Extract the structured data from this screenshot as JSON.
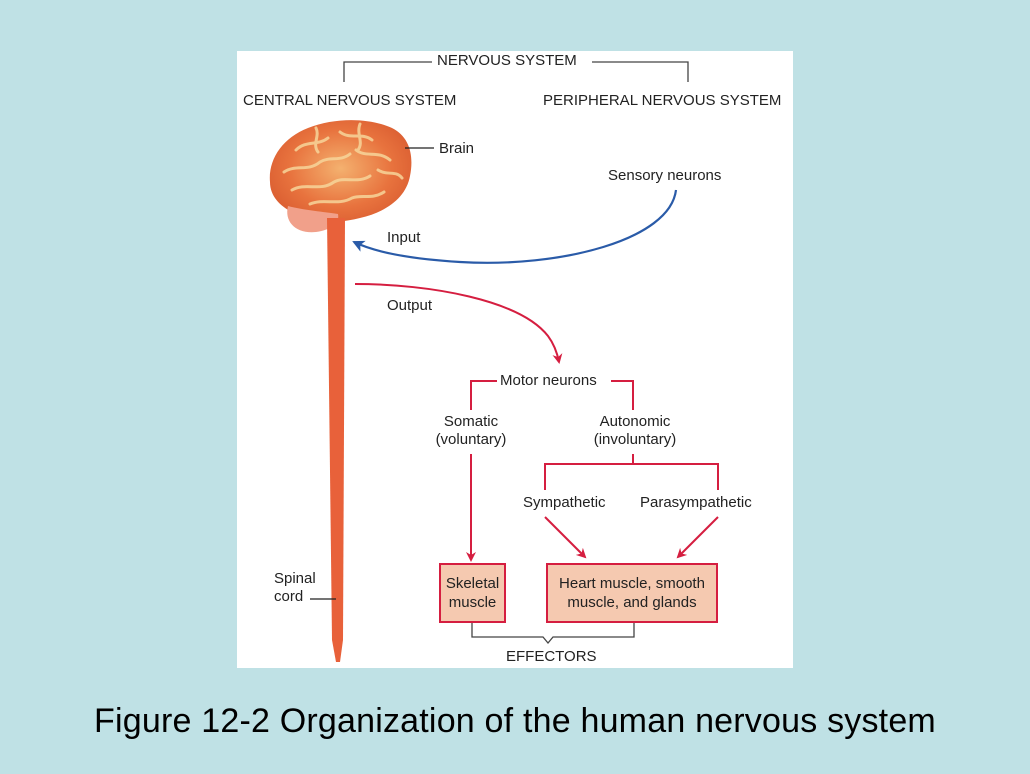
{
  "diagram": {
    "title": "NERVOUS SYSTEM",
    "branches": {
      "central": "CENTRAL NERVOUS SYSTEM",
      "peripheral": "PERIPHERAL NERVOUS SYSTEM"
    },
    "labels": {
      "brain": "Brain",
      "spinal_cord_line1": "Spinal",
      "spinal_cord_line2": "cord",
      "sensory_neurons": "Sensory neurons",
      "input": "Input",
      "output": "Output",
      "motor_neurons": "Motor neurons",
      "somatic_line1": "Somatic",
      "somatic_line2": "(voluntary)",
      "autonomic_line1": "Autonomic",
      "autonomic_line2": "(involuntary)",
      "sympathetic": "Sympathetic",
      "parasympathetic": "Parasympathetic",
      "effectors": "EFFECTORS"
    },
    "effector_boxes": {
      "skeletal_line1": "Skeletal",
      "skeletal_line2": "muscle",
      "heart_line1": "Heart muscle, smooth",
      "heart_line2": "muscle, and glands"
    },
    "colors": {
      "input_arrow": "#2a5ba8",
      "motor_pathway": "#d51e40",
      "spinal_cord": "#e8613a",
      "box_fill": "#f5c9b0",
      "background": "#bfe1e5"
    }
  },
  "caption": "Figure 12-2 Organization of the human nervous system"
}
